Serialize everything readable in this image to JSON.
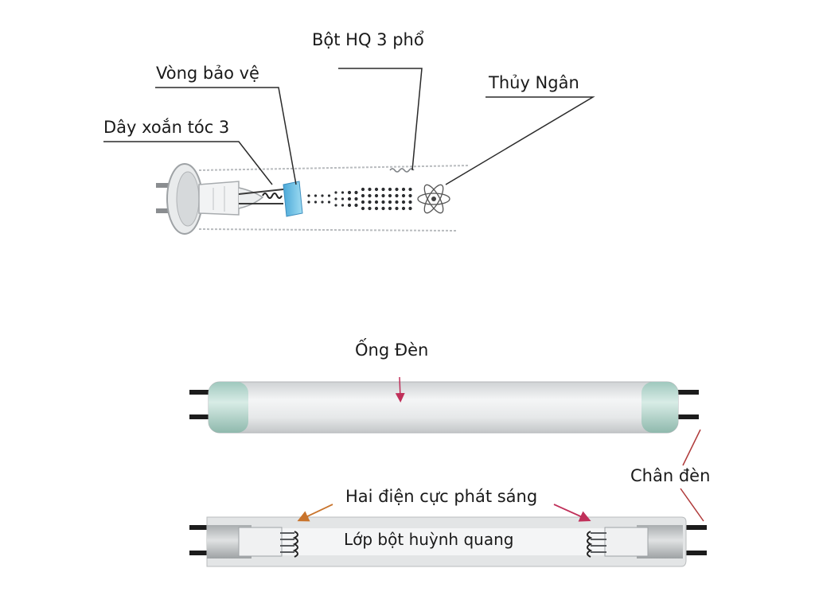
{
  "labels": {
    "powder": "Bột HQ 3 phổ",
    "ring": "Vòng bảo vệ",
    "mercury": "Thủy Ngân",
    "coil": "Dây xoắn tóc 3",
    "tube": "Ống Đèn",
    "pins": "Chân đèn",
    "electrodes": "Hai điện cực phát sáng",
    "phosphor": "Lớp bột huỳnh quang"
  },
  "colors": {
    "leader": "#2a2a2a",
    "pink_arrow": "#c0305a",
    "orange_arrow": "#c9742c",
    "ring_blue": "#6ac4e6",
    "end_cap_green": "#b7d8cf",
    "tube_grey": "#d4d6d7",
    "pins": "#1c1c1c"
  }
}
